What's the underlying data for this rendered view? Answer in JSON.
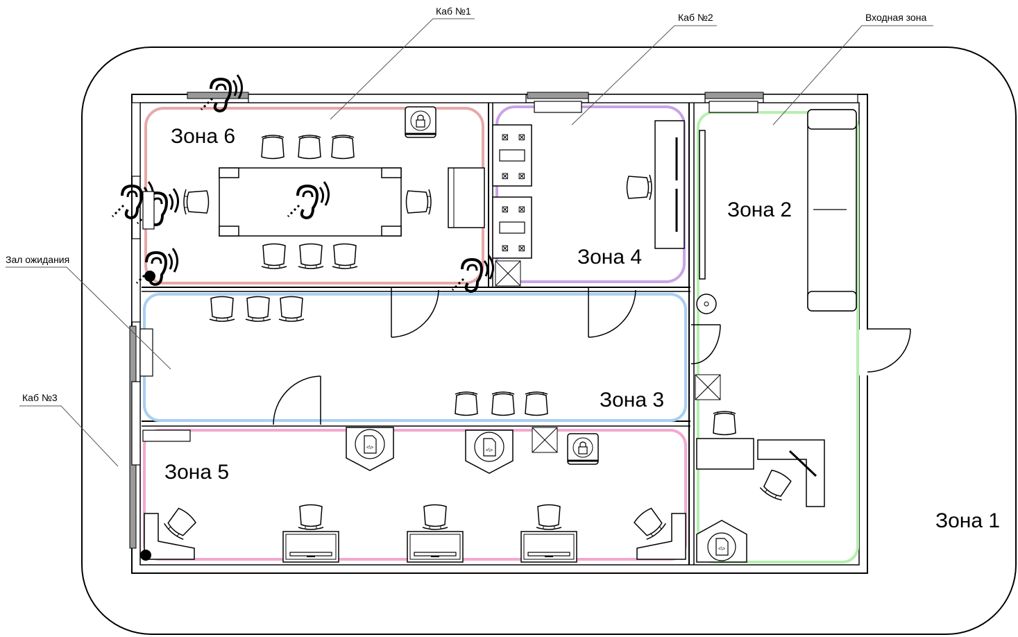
{
  "zones": {
    "z1": "Зона 1",
    "z2": "Зона 2",
    "z3": "Зона 3",
    "z4": "Зона 4",
    "z5": "Зона 5",
    "z6": "Зона 6"
  },
  "callouts": {
    "kab1": "Каб №1",
    "kab2": "Каб №2",
    "entry": "Входная зона",
    "waiting": "Зал ожидания",
    "kab3": "Каб №3"
  },
  "icons": {
    "hearing": "hearing-loop-icon",
    "lock": "lock-icon",
    "doc": "document-code-icon",
    "chair": "chair-icon",
    "door": "door-icon",
    "sink": "sink-icon",
    "stove": "stove-icon"
  },
  "colors": {
    "zone6": "#e8a8a8",
    "zone4": "#c9a3e6",
    "zone3": "#a8cff2",
    "zone5": "#f2a8cf",
    "zone2": "#b7efb0",
    "wall": "#000000",
    "gray_wall": "#9a9a9a"
  }
}
